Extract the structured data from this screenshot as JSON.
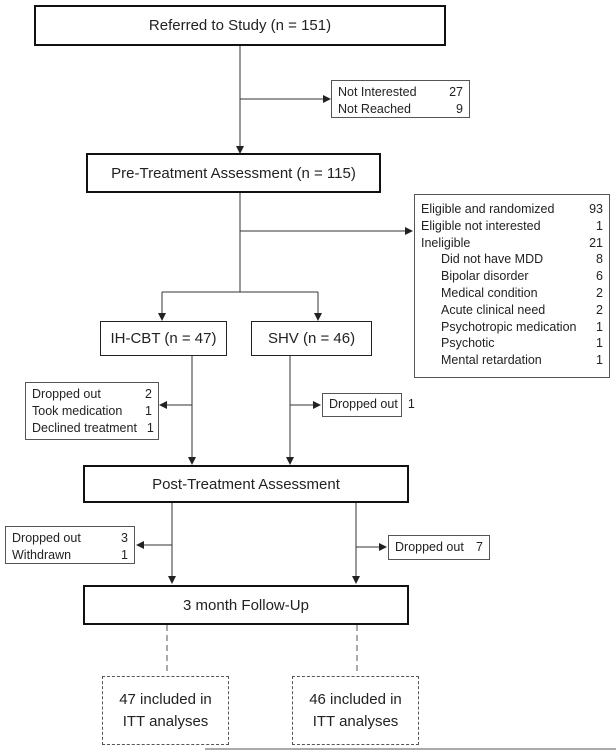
{
  "referred": "Referred to Study (n = 151)",
  "excluded1": [
    {
      "label": "Not Interested",
      "value": "27"
    },
    {
      "label": "Not Reached",
      "value": "9"
    }
  ],
  "pretreatment": "Pre-Treatment Assessment (n = 115)",
  "screening": [
    {
      "label": "Eligible and randomized",
      "value": "93",
      "sub": false
    },
    {
      "label": "Eligible not interested",
      "value": "1",
      "sub": false
    },
    {
      "label": "Ineligible",
      "value": "21",
      "sub": false
    },
    {
      "label": "Did not have MDD",
      "value": "8",
      "sub": true
    },
    {
      "label": "Bipolar disorder",
      "value": "6",
      "sub": true
    },
    {
      "label": "Medical condition",
      "value": "2",
      "sub": true
    },
    {
      "label": "Acute clinical need",
      "value": "2",
      "sub": true
    },
    {
      "label": "Psychotropic medication",
      "value": "1",
      "sub": true
    },
    {
      "label": "Psychotic",
      "value": "1",
      "sub": true
    },
    {
      "label": "Mental retardation",
      "value": "1",
      "sub": true
    }
  ],
  "arm_ihcbt": "IH-CBT (n = 47)",
  "arm_shv": "SHV (n = 46)",
  "ihcbt_loss_treatment": [
    {
      "label": "Dropped out",
      "value": "2"
    },
    {
      "label": "Took medication",
      "value": "1"
    },
    {
      "label": "Declined treatment",
      "value": "1"
    }
  ],
  "shv_loss_treatment": [
    {
      "label": "Dropped out",
      "value": "1"
    }
  ],
  "posttreatment": "Post-Treatment Assessment",
  "ihcbt_loss_followup": [
    {
      "label": "Dropped out",
      "value": "3"
    },
    {
      "label": "Withdrawn",
      "value": "1"
    }
  ],
  "shv_loss_followup": [
    {
      "label": "Dropped out",
      "value": "7"
    }
  ],
  "followup": "3 month Follow-Up",
  "itt_ihcbt": "47 included in ITT analyses",
  "itt_shv": "46 included in ITT analyses",
  "colors": {
    "line": "#333333",
    "box_border": "#111111"
  }
}
